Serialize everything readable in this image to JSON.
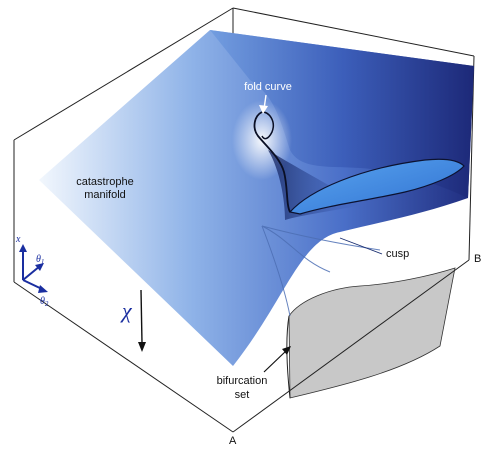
{
  "labels": {
    "fold_curve": "fold curve",
    "catastrophe_manifold_line1": "catastrophe",
    "catastrophe_manifold_line2": "manifold",
    "cusp": "cusp",
    "bifurcation_line1": "bifurcation",
    "bifurcation_line2": "set",
    "corner_a": "A",
    "corner_b": "B",
    "chi": "χ"
  },
  "axes_legend": {
    "x": "x",
    "theta1_base": "θ",
    "theta1_sub": "1",
    "theta2_base": "θ",
    "theta2_sub": "2"
  },
  "colors": {
    "surface_light": "#eef4fc",
    "surface_mid": "#5e8fd8",
    "surface_dark": "#1f2e80",
    "fold_highlight": "#4a96ea",
    "axis_blue": "#1a2ea0",
    "bifurcation_fill": "#c8c8c8"
  }
}
